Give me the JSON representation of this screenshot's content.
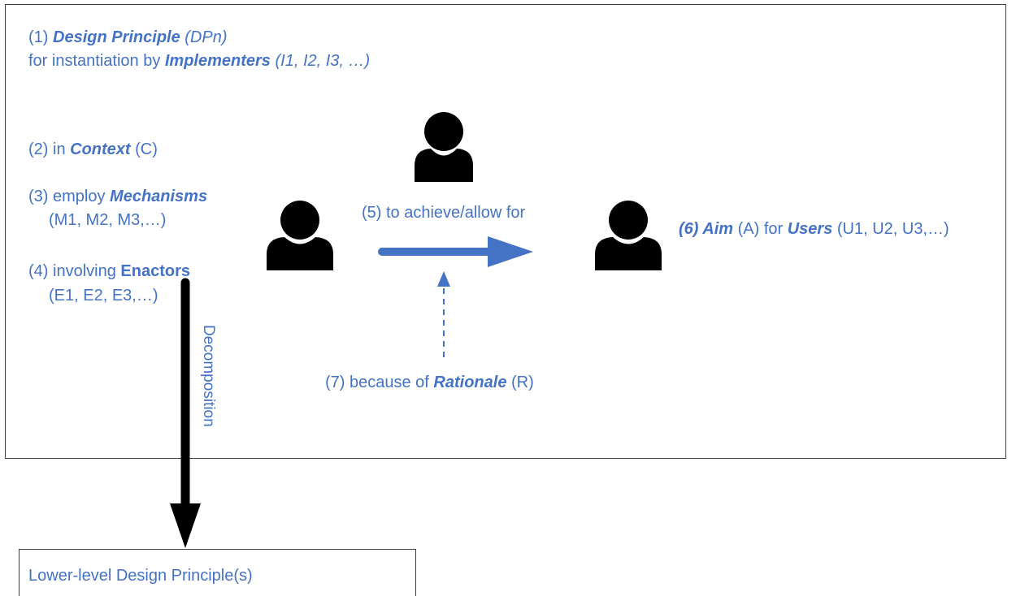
{
  "principle": {
    "line1": {
      "num": "(1) ",
      "term": "Design Principle",
      "abbr": " (DPn)"
    },
    "line2": {
      "prefix": "for instantiation by ",
      "term": "Implementers",
      "abbr": " (I1, I2, I3, …)"
    }
  },
  "context": {
    "prefix": "(2) in ",
    "term": "Context",
    "abbr": " (C)"
  },
  "mechanisms": {
    "prefix": "(3) employ ",
    "term": "Mechanisms",
    "list": "(M1, M2, M3,…)"
  },
  "enactors": {
    "prefix": "(4) involving ",
    "term": "Enactors",
    "list": "(E1, E2, E3,…)"
  },
  "achieve": {
    "label": "(5) to achieve/allow for"
  },
  "aim": {
    "term": "(6) Aim",
    "abbr": " (A) for ",
    "users_term": "Users",
    "users_list": " (U1, U2, U3,…)"
  },
  "rationale": {
    "prefix": "(7) because of ",
    "term": "Rationale",
    "abbr": " (R)"
  },
  "decomposition": {
    "label": "Decomposition"
  },
  "lower_level": {
    "label": "Lower-level Design Principle(s)"
  },
  "colors": {
    "text": "#4472C4",
    "arrow": "#4472C4",
    "person": "#000000",
    "decomposition_arrow": "#000000"
  },
  "icons": [
    "person-icon",
    "person-icon",
    "person-icon"
  ]
}
